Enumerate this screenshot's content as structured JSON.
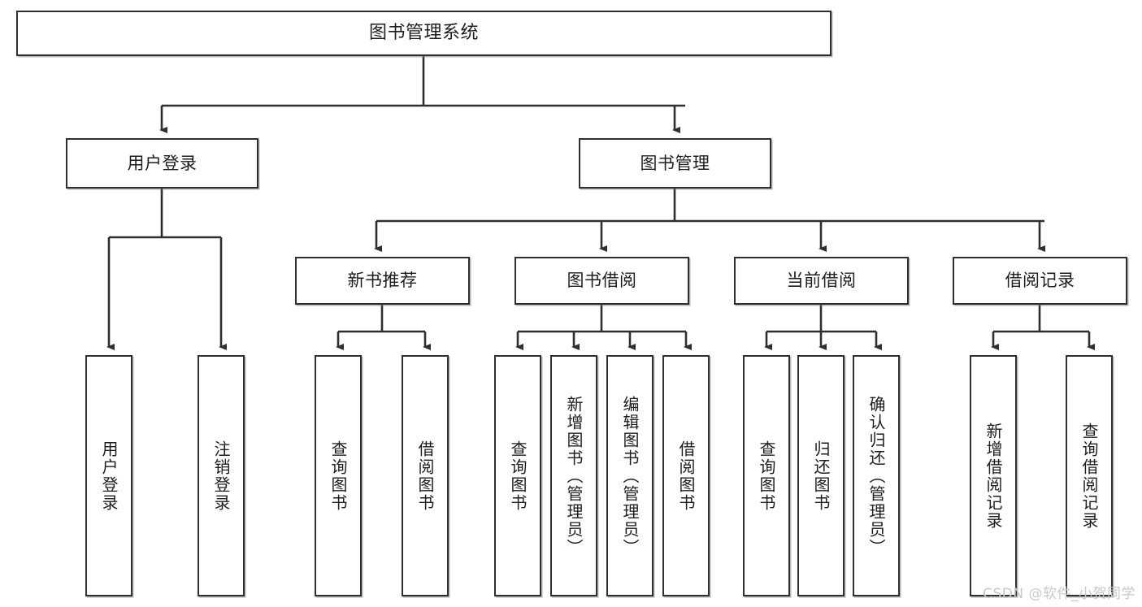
{
  "diagram": {
    "type": "tree-hierarchy-chart",
    "title": "图书管理系统",
    "line_color": "#2f2f2f",
    "box_fill": "#ffffff",
    "text_color": "#1d1d1d",
    "nodes": {
      "root": {
        "label": "图书管理系统",
        "level": 0
      },
      "level1": [
        {
          "id": "user-login",
          "label": "用户登录"
        },
        {
          "id": "book-management",
          "label": "图书管理"
        }
      ],
      "level2": [
        {
          "id": "new-book-recommend",
          "label": "新书推荐",
          "parent": "book-management"
        },
        {
          "id": "book-borrow",
          "label": "图书借阅",
          "parent": "book-management"
        },
        {
          "id": "current-borrow",
          "label": "当前借阅",
          "parent": "book-management"
        },
        {
          "id": "borrow-record",
          "label": "借阅记录",
          "parent": "book-management"
        }
      ],
      "leaves": [
        {
          "id": "leaf-user-login",
          "label": "用户登录",
          "parent": "user-login"
        },
        {
          "id": "leaf-logout-login",
          "label": "注销登录",
          "parent": "user-login"
        },
        {
          "id": "leaf-query-book-1",
          "label": "查询图书",
          "parent": "new-book-recommend"
        },
        {
          "id": "leaf-borrow-book-1",
          "label": "借阅图书",
          "parent": "new-book-recommend"
        },
        {
          "id": "leaf-query-book-2",
          "label": "查询图书",
          "parent": "book-borrow"
        },
        {
          "id": "leaf-add-book",
          "label": "新增图书（管理员）",
          "parent": "book-borrow"
        },
        {
          "id": "leaf-edit-book",
          "label": "编辑图书（管理员）",
          "parent": "book-borrow"
        },
        {
          "id": "leaf-borrow-book-2",
          "label": "借阅图书",
          "parent": "book-borrow"
        },
        {
          "id": "leaf-query-book-3",
          "label": "查询图书",
          "parent": "current-borrow"
        },
        {
          "id": "leaf-return-book",
          "label": "归还图书",
          "parent": "current-borrow"
        },
        {
          "id": "leaf-confirm-return",
          "label": "确认归还（管理员）",
          "parent": "current-borrow"
        },
        {
          "id": "leaf-add-record",
          "label": "新增借阅记录",
          "parent": "borrow-record"
        },
        {
          "id": "leaf-query-record",
          "label": "查询借阅记录",
          "parent": "borrow-record"
        }
      ]
    },
    "watermark": "CSDN @软件_小贺同学"
  }
}
